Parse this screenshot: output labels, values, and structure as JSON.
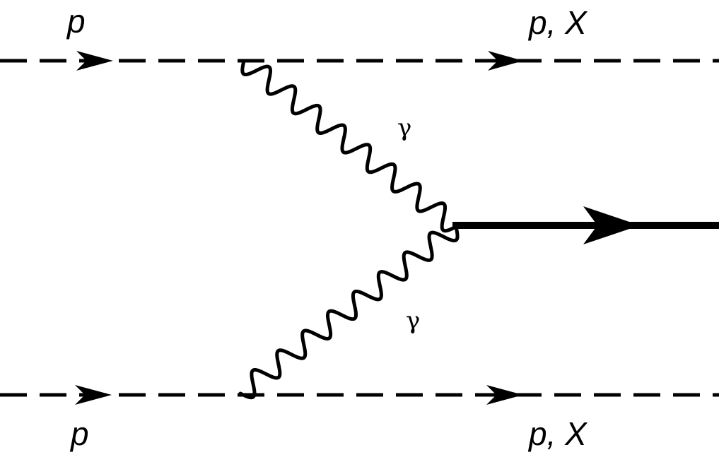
{
  "diagram": {
    "incoming_top_label": "p",
    "incoming_bottom_label": "p",
    "outgoing_top_label": "p, X",
    "outgoing_bottom_label": "p, X",
    "photon_top_label": "γ",
    "photon_bottom_label": "γ",
    "line_color": "#000000"
  }
}
